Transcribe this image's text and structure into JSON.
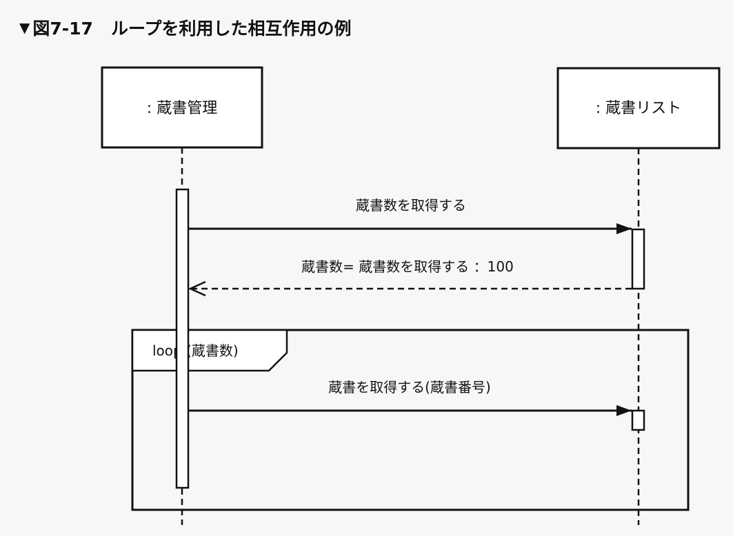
{
  "figure": {
    "marker": "▼",
    "number": "図7-17",
    "title": "ループを利用した相互作用の例"
  },
  "lifelines": [
    {
      "label": ": 蔵書管理"
    },
    {
      "label": ": 蔵書リスト"
    }
  ],
  "messages": [
    {
      "label": "蔵書数を取得する",
      "kind": "sync"
    },
    {
      "label": "蔵書数= 蔵書数を取得する ：100",
      "kind": "return"
    },
    {
      "label": "蔵書を取得する(蔵書番号)",
      "kind": "sync"
    }
  ],
  "fragment": {
    "operator": "loop (蔵書数)"
  }
}
